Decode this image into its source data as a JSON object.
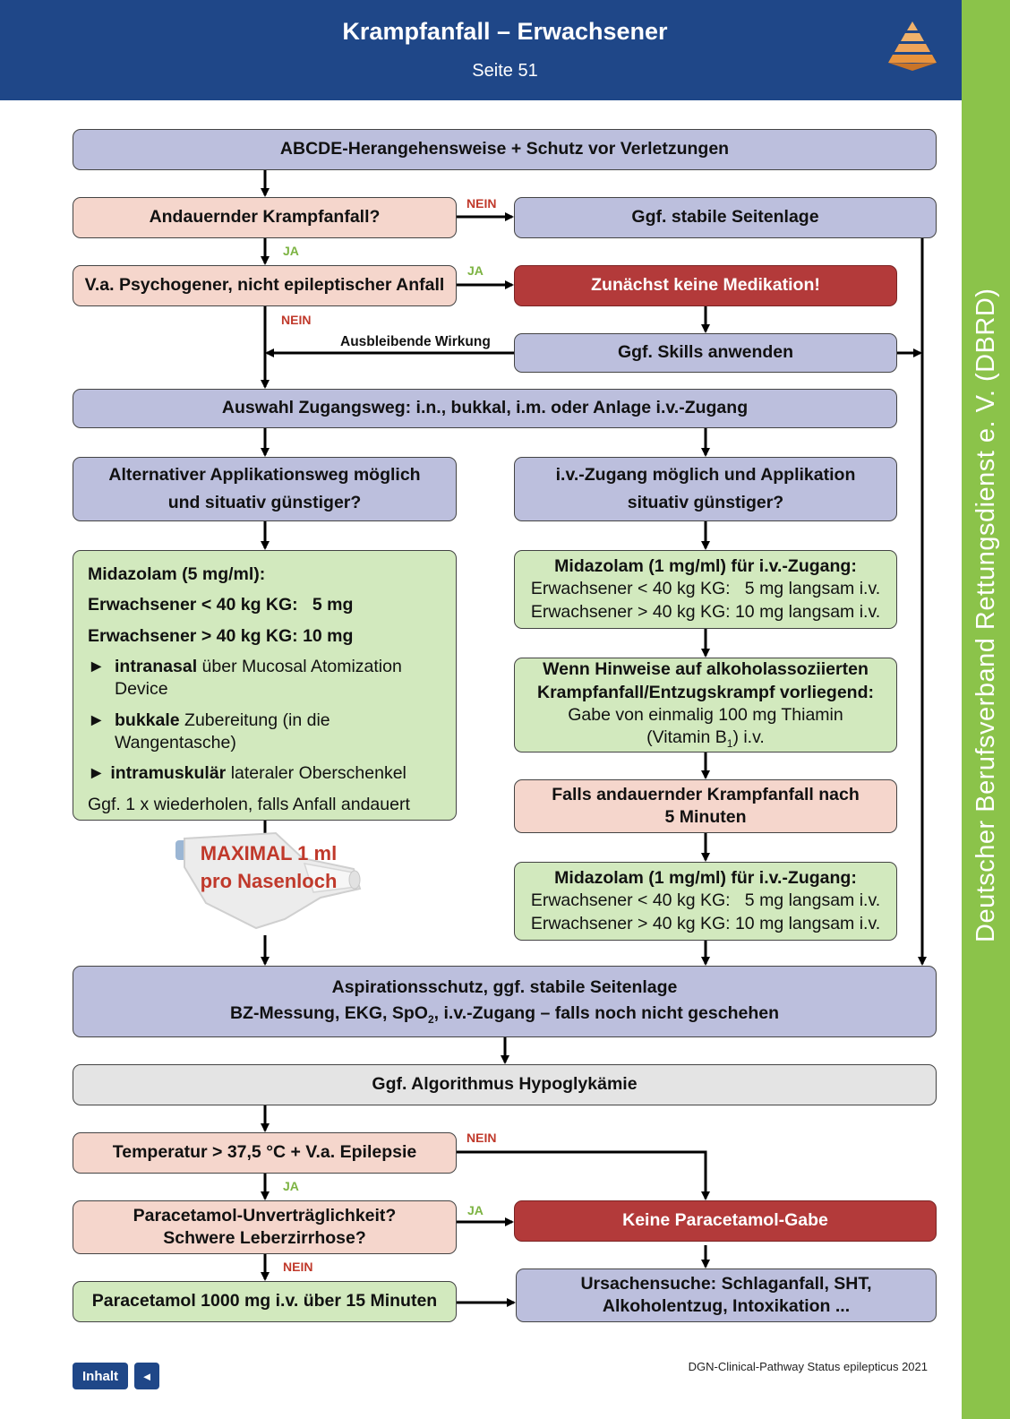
{
  "header": {
    "title": "Krampfanfall – Erwachsener",
    "subtitle": "Seite 51"
  },
  "sidebar": {
    "text": "Deutscher Berufsverband Rettungsdienst e. V. (DBRD)"
  },
  "colors": {
    "header": "#1f4788",
    "sidebar": "#8bc34a",
    "lavender": "#bcbfdd",
    "pink": "#f5d6cc",
    "green": "#d2e9be",
    "red": "#b33a3a"
  },
  "flow": {
    "abcde": "ABCDE-Herangehensweise + Schutz vor Verletzungen",
    "andauernd": "Andauernder Krampfanfall?",
    "stabile": "Ggf. stabile Seitenlage",
    "psychogen": "V.a. Psychogener, nicht epileptischer Anfall",
    "keine_med": "Zunächst keine Medikation!",
    "skills": "Ggf. Skills anwenden",
    "ausbleibend": "Ausbleibende Wirkung",
    "zugangsweg": "Auswahl Zugangsweg: i.n., bukkal, i.m. oder Anlage i.v.-Zugang",
    "alt_line1": "Alternativer Applikationsweg möglich",
    "alt_line2": "und situativ günstiger?",
    "iv_line1": "i.v.-Zugang möglich und Applikation",
    "iv_line2": "situativ günstiger?",
    "mid5": {
      "title": "Midazolam (5 mg/ml):",
      "lt40": "Erwachsener < 40 kg KG:   5 mg",
      "gt40": "Erwachsener > 40 kg KG: 10 mg",
      "bullet": "►",
      "in_bold": "intranasal",
      "in_rest": " über Mucosal Atomization Device",
      "buk_bold": "bukkale",
      "buk_rest": " Zubereitung (in die Wangentasche)",
      "im_bold": "intramuskulär",
      "im_rest": " lateraler Oberschenkel",
      "repeat": "Ggf. 1 x wiederholen, falls Anfall andauert"
    },
    "mid1": {
      "title": "Midazolam (1 mg/ml) für i.v.-Zugang:",
      "lt40": "Erwachsener < 40 kg KG:   5 mg langsam i.v.",
      "gt40": "Erwachsener > 40 kg KG: 10 mg langsam i.v."
    },
    "thiamin": {
      "line1": "Wenn Hinweise auf alkoholassoziierten",
      "line2": "Krampfanfall/Entzugskrampf vorliegend:",
      "line3": "Gabe von einmalig 100 mg Thiamin",
      "line4a": "(Vitamin B",
      "line4sub": "1",
      "line4b": ") i.v."
    },
    "falls_line1": "Falls andauernder Krampfanfall nach",
    "falls_line2": "5 Minuten",
    "max_line1": "MAXIMAL 1 ml",
    "max_line2": "pro Nasenloch",
    "aspiration_line1": "Aspirationsschutz, ggf. stabile Seitenlage",
    "aspiration_line2a": "BZ-Messung, EKG, SpO",
    "aspiration_sub": "2",
    "aspiration_line2b": ", i.v.-Zugang – falls noch nicht geschehen",
    "hypo": "Ggf. Algorithmus Hypoglykämie",
    "temp": "Temperatur > 37,5 °C + V.a. Epilepsie",
    "para_line1": "Paracetamol-Unverträglichkeit?",
    "para_line2": "Schwere Leberzirrhose?",
    "keine_para": "Keine Paracetamol-Gabe",
    "para_gabe": "Paracetamol 1000 mg i.v. über 15 Minuten",
    "ursachen_line1": "Ursachensuche: Schlaganfall, SHT,",
    "ursachen_line2": "Alkoholentzug, Intoxikation ..."
  },
  "labels": {
    "nein": "NEIN",
    "ja": "JA"
  },
  "footer": {
    "inhalt": "Inhalt",
    "back_icon": "◄",
    "source": "DGN-Clinical-Pathway Status epilepticus 2021"
  }
}
